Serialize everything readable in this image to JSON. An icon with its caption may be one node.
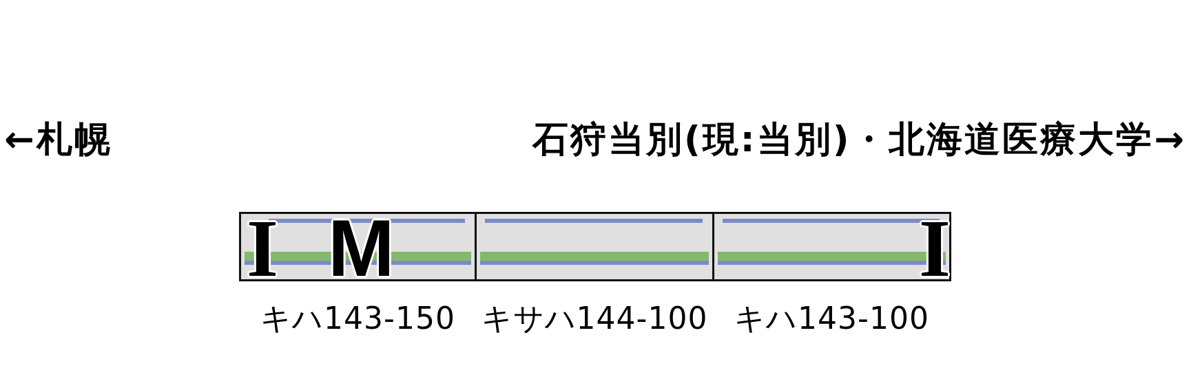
{
  "diagram": {
    "nodes": [
      {
        "text": [
          "I",
          "M"
        ],
        "beside": [
          "キハ143-150"
        ]
      },
      {
        "text": [],
        "shape": "box",
        "beside": [
          "キサハ144-100"
        ]
      },
      {
        "text": [
          "I"
        ],
        "beside": [
          "キハ143-100"
        ]
      }
    ],
    "labels": [
      "←札幌",
      "石狩当別(現:当別)・北海道医療大学→"
    ]
  }
}
